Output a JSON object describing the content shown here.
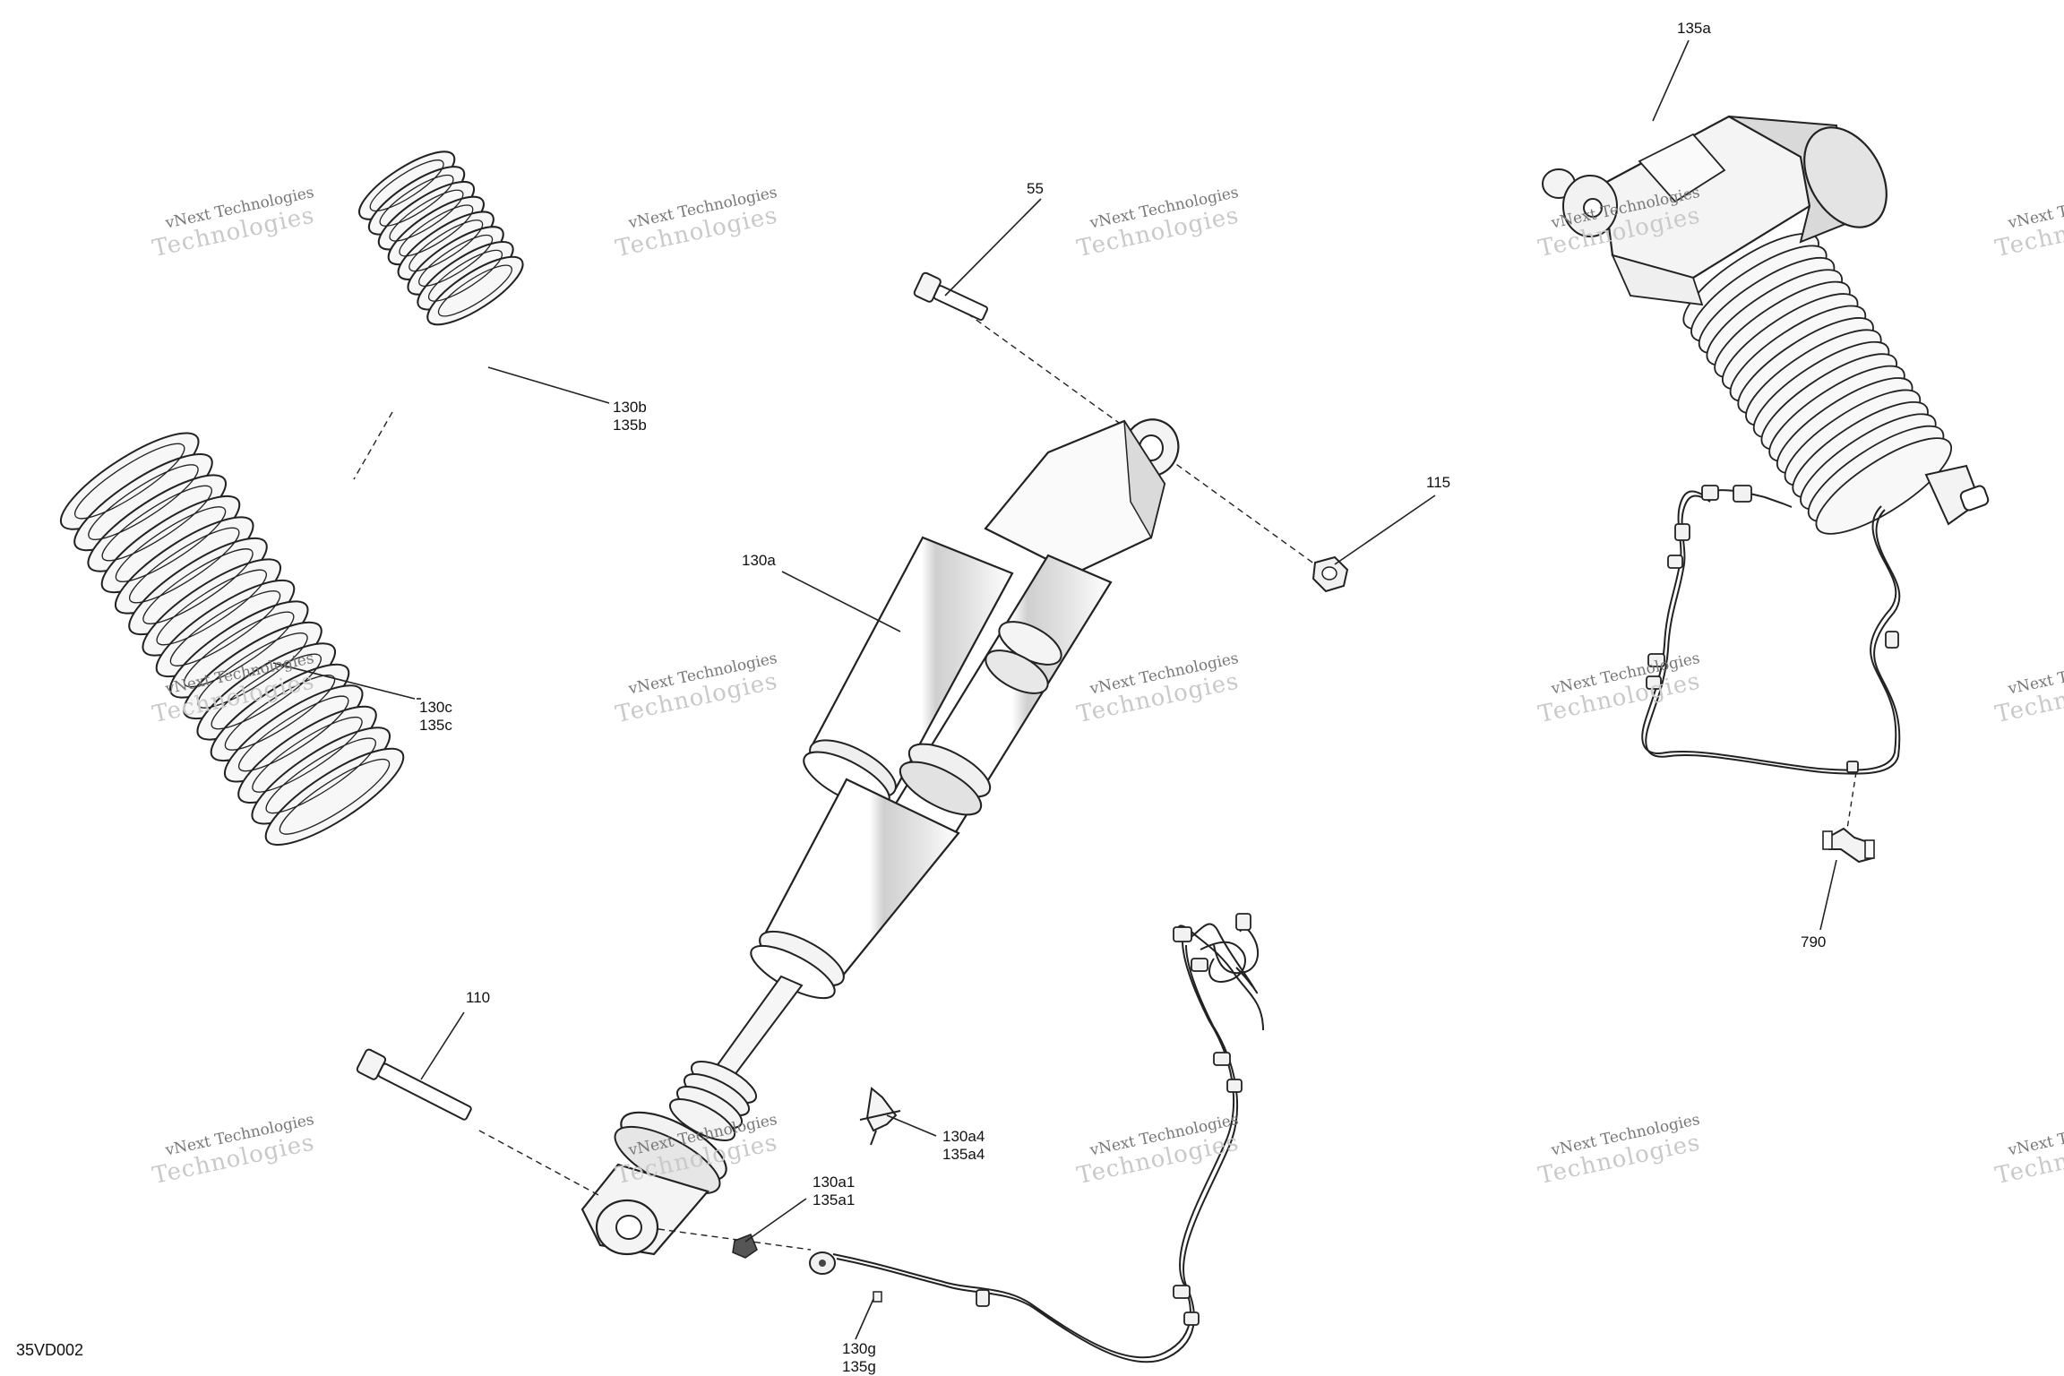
{
  "diagram_id": "35VD002",
  "watermark": {
    "line1": "vNext Technologies",
    "line2": "Technologies",
    "corner": "vNext"
  },
  "callouts": {
    "c135a": "135a",
    "c55": "55",
    "c130b": "130b",
    "c135b": "135b",
    "c115": "115",
    "c130a": "130a",
    "c130c": "130c",
    "c135c": "135c",
    "c790": "790",
    "c110": "110",
    "c130a4": "130a4",
    "c135a4": "135a4",
    "c130a1": "130a1",
    "c135a1": "135a1",
    "c130g": "130g",
    "c135g": "135g"
  },
  "colors": {
    "line": "#222222",
    "shade": "#d6d6d6",
    "fill": "#f4f4f4"
  }
}
